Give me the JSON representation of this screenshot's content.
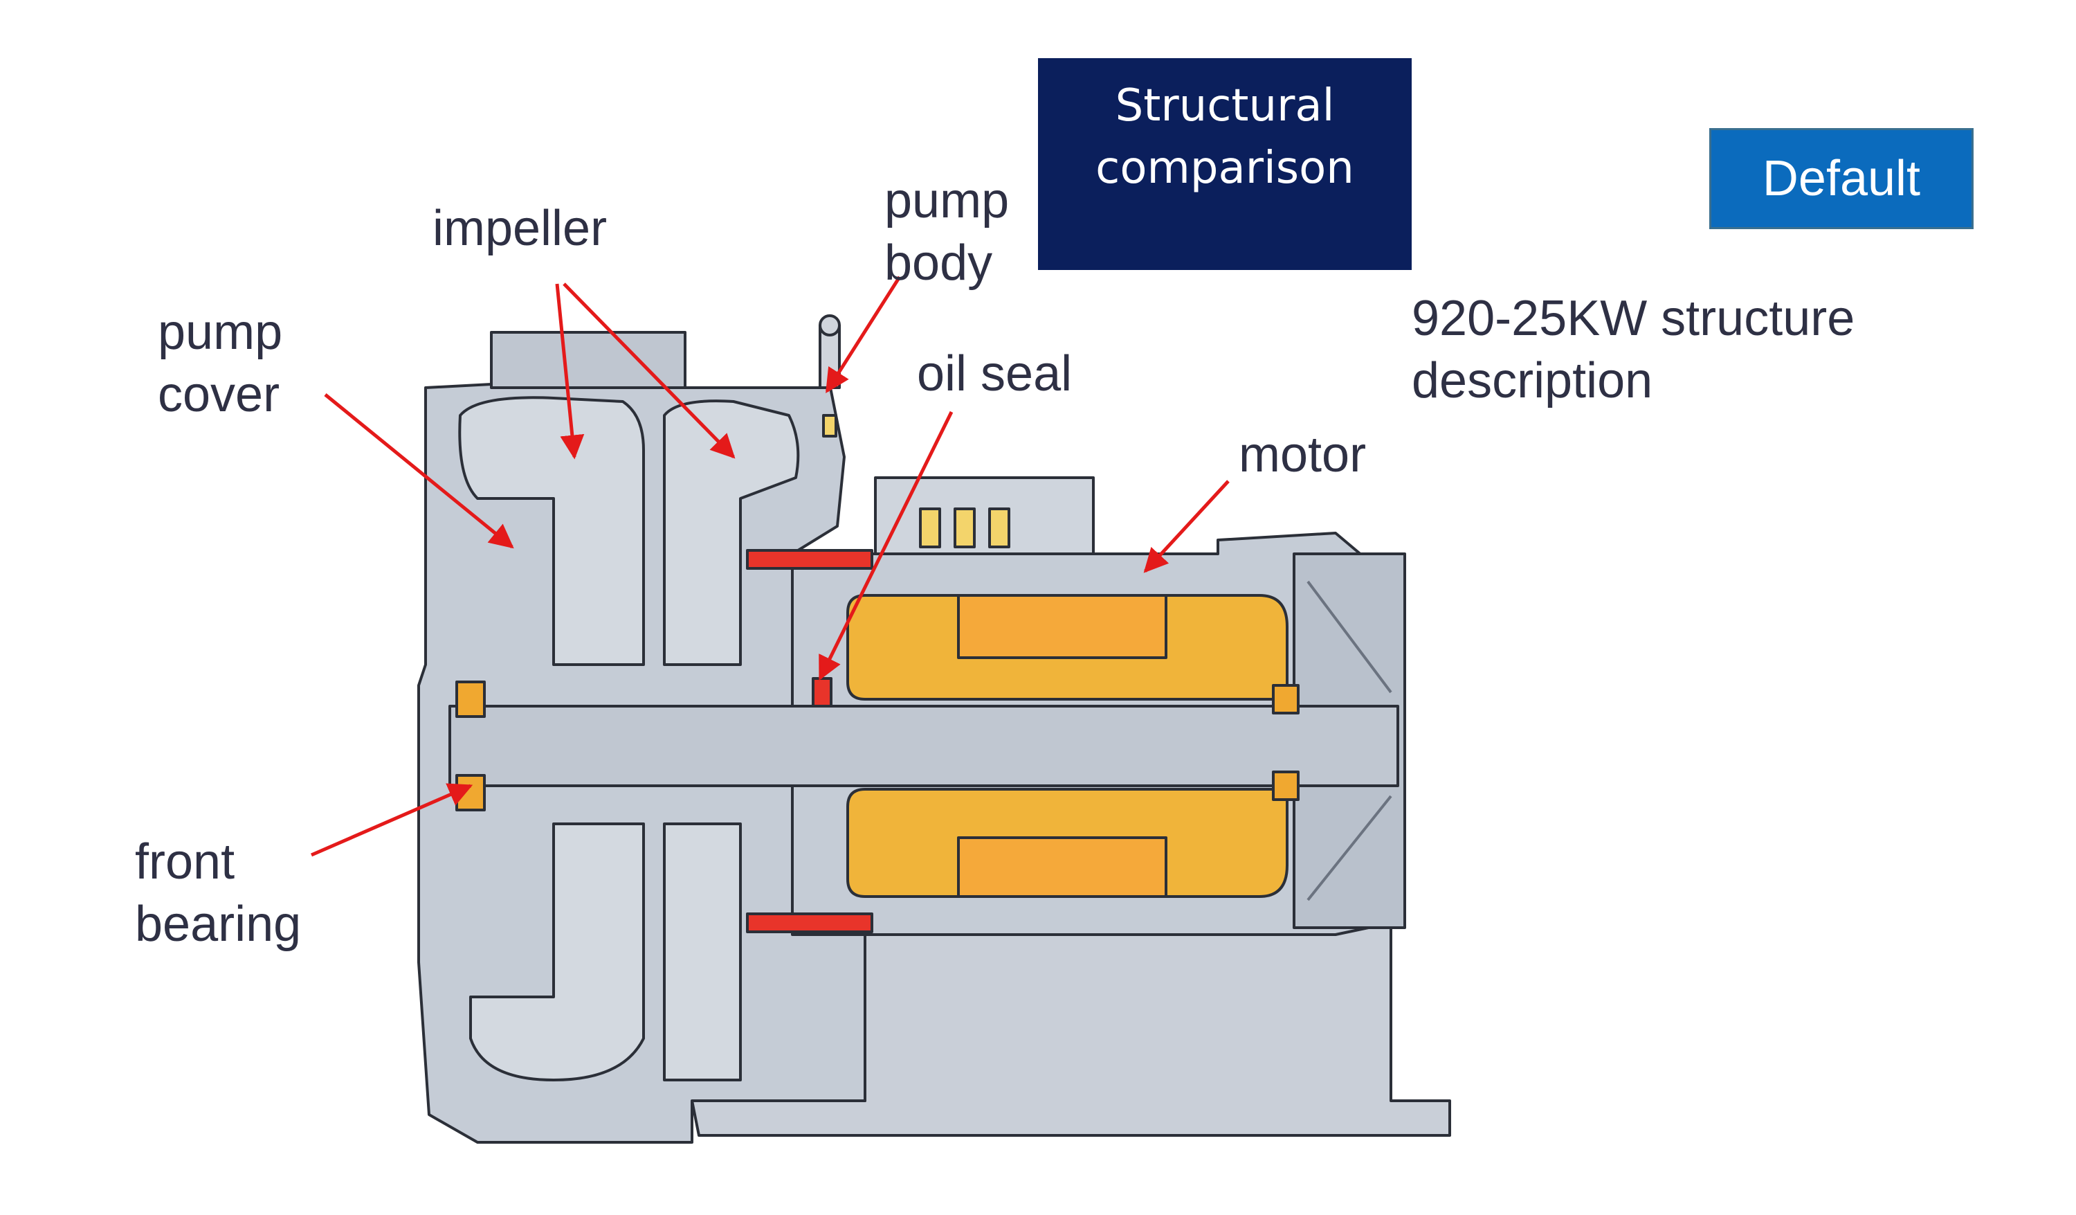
{
  "title_box": {
    "text": "Structural\ncomparison"
  },
  "default_button": {
    "label": "Default"
  },
  "description": {
    "text": "920-25KW structure\ndescription"
  },
  "callouts": {
    "impeller": "impeller",
    "pump_body": "pump\nbody",
    "pump_cover": "pump\ncover",
    "oil_seal": "oil seal",
    "motor": "motor",
    "front_bearing": "front\nbearing"
  },
  "colors": {
    "title_bg": "#0b1f5c",
    "button_bg": "#0b6bbd",
    "arrow": "#e41a1a",
    "housing": "#c5ccd6",
    "winding": "#f0b43a",
    "seal": "#e8342a"
  }
}
